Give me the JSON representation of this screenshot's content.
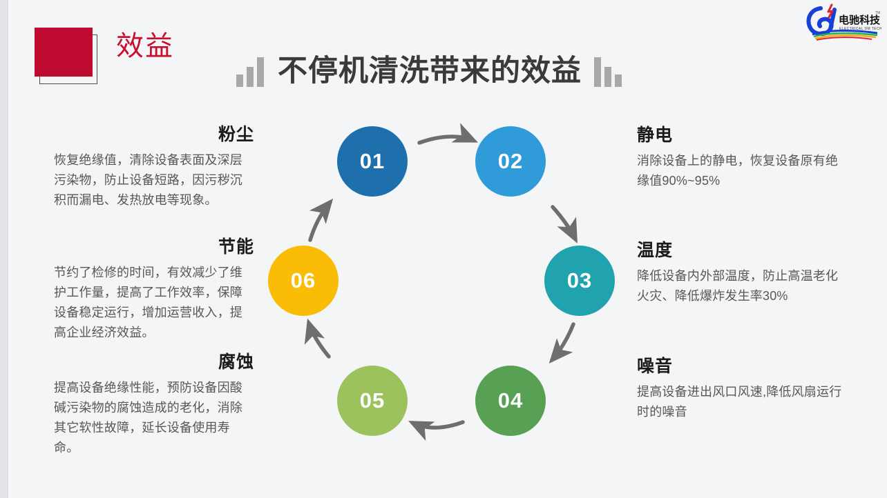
{
  "header": {
    "section_label": "效益",
    "headline": "不停机清洗带来的效益",
    "logo": {
      "cn_name": "电驰科技",
      "en_name": "ELECTRICAL DM TECHNOLOGY",
      "trademark": "TM"
    }
  },
  "colors": {
    "background": "#f4f5f7",
    "accent_red": "#be0a2e",
    "label_red": "#c8102e",
    "headline_gray": "#3a3a3a",
    "arrow_gray": "#6e6e6e",
    "step1": "#1d70ab",
    "step2": "#2f9bd8",
    "step3": "#20a3ad",
    "step4": "#57a054",
    "step5": "#9cc25e",
    "step6": "#fbbc05"
  },
  "steps": [
    {
      "number": "01",
      "color": "#1d70ab",
      "title": "粉尘",
      "body": "恢复绝缘值，清除设备表面及深层污染物，防止设备短路，因污秽沉积而漏电、发热放电等现象。"
    },
    {
      "number": "02",
      "color": "#2f9bd8",
      "title": "静电",
      "body": "消除设备上的静电，恢复设备原有绝缘值90%~95%"
    },
    {
      "number": "03",
      "color": "#20a3ad",
      "title": "温度",
      "body": "降低设备内外部温度，防止高温老化火灾、降低爆炸发生率30%"
    },
    {
      "number": "04",
      "color": "#57a054",
      "title": "噪音",
      "body": "提高设备进出风口风速,降低风扇运行时的噪音"
    },
    {
      "number": "05",
      "color": "#9cc25e",
      "title": "腐蚀",
      "body": "提高设备绝缘性能，预防设备因酸碱污染物的腐蚀造成的老化，消除其它软性故障，延长设备使用寿命。"
    },
    {
      "number": "06",
      "color": "#fbbc05",
      "title": "节能",
      "body": "节约了检修的时间，有效减少了维护工作量，提高了工作效率，保障设备稳定运行，增加运营收入，提高企业经济效益。"
    }
  ]
}
